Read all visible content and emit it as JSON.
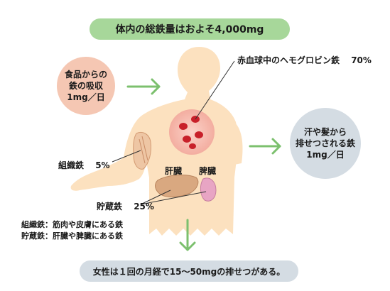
{
  "title": "体内の総鉄量はおよそ4,000mg",
  "intake": {
    "line1": "食品からの",
    "line2": "鉄の吸収",
    "line3": "1mg／日"
  },
  "loss": {
    "line1": "汗や髪から",
    "line2": "排せつされる鉄",
    "line3": "1mg／日"
  },
  "hemoglobin": {
    "label": "赤血球中のヘモグロビン鉄",
    "percent": "70%"
  },
  "tissue": {
    "label": "組織鉄",
    "percent": "5%"
  },
  "storage": {
    "label": "貯蔵鉄",
    "percent": "25%"
  },
  "organs": {
    "liver": "肝臓",
    "spleen": "脾臓"
  },
  "notes": {
    "tissue_note": "組織鉄：筋肉や皮膚にある鉄",
    "storage_note": "貯蔵鉄：肝臓や脾臓にある鉄"
  },
  "bottom": "女性は１回の月経で15～50mgの排せつがある。",
  "colors": {
    "title_bg": "#a7d79a",
    "intake_bg": "#f5c7b3",
    "loss_bg": "#d4dce3",
    "body_fill": "#fce1bf",
    "arrow": "#7cc06e",
    "blood_cell": "#c8202a",
    "liver": "#d9a880",
    "spleen": "#e8a5c4"
  }
}
